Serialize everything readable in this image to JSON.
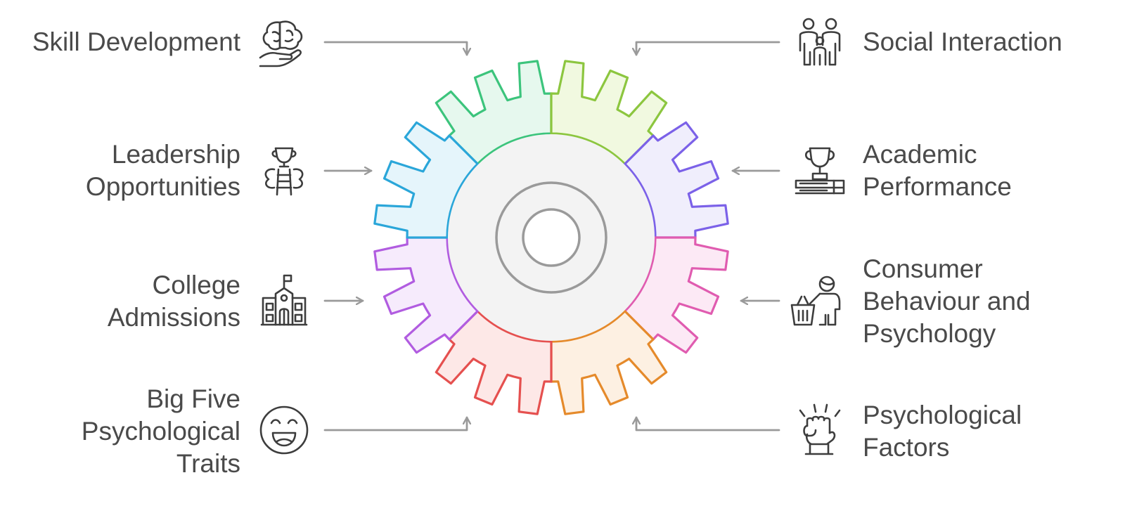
{
  "labels": {
    "skill_development": [
      "Skill Development"
    ],
    "leadership": [
      "Leadership",
      "Opportunities"
    ],
    "college": [
      "College",
      "Admissions"
    ],
    "big_five": [
      "Big Five",
      "Psychological",
      "Traits"
    ],
    "social": [
      "Social Interaction"
    ],
    "academic": [
      "Academic",
      "Performance"
    ],
    "consumer": [
      "Consumer",
      "Behaviour and",
      "Psychology"
    ],
    "psych_factors": [
      "Psychological",
      "Factors"
    ]
  },
  "icons": {
    "skill_development": "brain-in-hand-icon",
    "leadership": "trophy-ladder-icon",
    "college": "school-building-icon",
    "big_five": "smiling-face-icon",
    "social": "people-group-icon",
    "academic": "trophy-on-books-icon",
    "consumer": "shopper-basket-icon",
    "psych_factors": "raised-fist-icon"
  },
  "colors": {
    "text": "#4a4a4a",
    "arrow": "#9a9a9a",
    "icon": "#3d3d3d",
    "hub_fill": "#f3f3f3",
    "hub_stroke": "#9a9a9a",
    "segments": [
      {
        "stroke": "#3cc47c",
        "fill": "#e6f8ee"
      },
      {
        "stroke": "#8cc63f",
        "fill": "#f1f9e0"
      },
      {
        "stroke": "#7b61e8",
        "fill": "#f0eefc"
      },
      {
        "stroke": "#e05cb0",
        "fill": "#fce9f5"
      },
      {
        "stroke": "#e58a2b",
        "fill": "#fdf0e2"
      },
      {
        "stroke": "#e5504f",
        "fill": "#fde8e7"
      },
      {
        "stroke": "#b15ce0",
        "fill": "#f6ebfc"
      },
      {
        "stroke": "#2aa6d9",
        "fill": "#e5f5fb"
      }
    ]
  }
}
